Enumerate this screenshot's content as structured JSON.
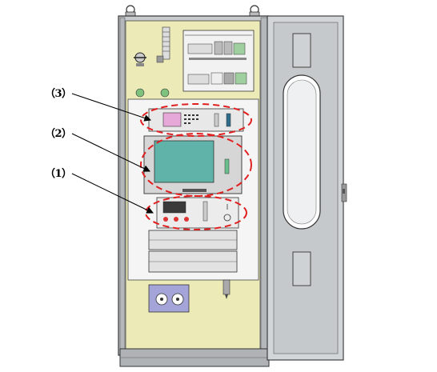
{
  "callouts": [
    {
      "label": "（3）",
      "target": "upper-instrument-panel"
    },
    {
      "label": "（2）",
      "target": "central-display-panel"
    },
    {
      "label": "（1）",
      "target": "lower-controller-panel"
    }
  ],
  "colors": {
    "cabinet_back": "#ecebb8",
    "door_panel": "#d3d6d8",
    "frame": "#555555",
    "screen": "#5fb3a8",
    "highlight_dashed": "#e02020",
    "arrow": "#000000"
  },
  "icons": [
    "pump-icon",
    "lock-icon",
    "handle-icon",
    "terminal-icon"
  ]
}
